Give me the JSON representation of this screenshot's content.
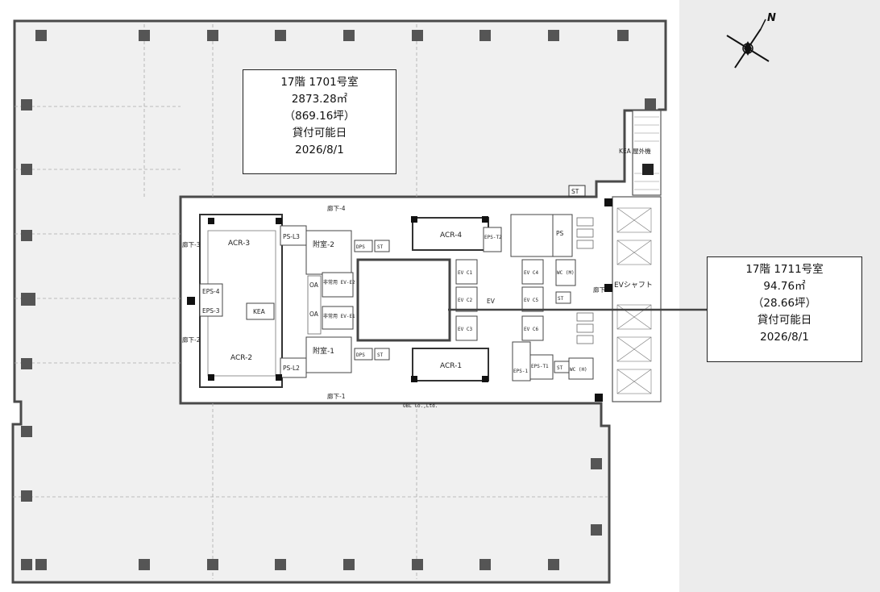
{
  "colors": {
    "background": "#ffffff",
    "floor_fill": "#f0f0f0",
    "side_panel": "#ececec",
    "wall": "#4a4a4a",
    "column": "#555555",
    "leader_line": "#444444"
  },
  "compass": {
    "north_label": "N"
  },
  "units": [
    {
      "floor": "17階",
      "room": "1701号室",
      "area_sqm": "2873.28㎡",
      "area_tsubo": "（869.16坪）",
      "availability_label": "貸付可能日",
      "availability_date": "2026/8/1"
    },
    {
      "floor": "17階",
      "room": "1711号室",
      "area_sqm": "94.76㎡",
      "area_tsubo": "（28.66坪）",
      "availability_label": "貸付可能日",
      "availability_date": "2026/8/1"
    }
  ],
  "room_labels": {
    "acr3": "ACR-3",
    "acr2": "ACR-2",
    "acr4": "ACR-4",
    "acr1": "ACR-1",
    "psl3": "PS-L3",
    "psl2": "PS-L2",
    "annex2": "附室-2",
    "annex1": "附室-1",
    "eps4": "EPS-4",
    "eps3": "EPS-3",
    "kea": "KEA",
    "corr_left_3": "廊下-3",
    "corr_left_2": "廊下-2",
    "corr_top_4": "廊下-4",
    "corr_bottom_1": "廊下-1",
    "corr_right_5": "廊下-5",
    "ev_c1": "EV C1",
    "ev_c2": "EV C2",
    "ev_c3": "EV C3",
    "ev_c4": "EV C4",
    "ev_c5": "EV C5",
    "ev_c6": "EV C6",
    "ev_hall": "EV",
    "ev_shaft": "EVシャフト",
    "ps_top": "PS",
    "dps1": "DPS",
    "dps2": "DPS",
    "st1": "ST",
    "st2": "ST",
    "st3": "ST",
    "st4": "ST",
    "st5": "ST",
    "eps_t1": "EPS-T1",
    "eps_t2": "EPS-T2",
    "eps1": "EPS-1",
    "wc_m": "WC (M)",
    "wc_h": "WC (H)",
    "oa1": "OA",
    "oa2": "OA",
    "emergency_ev1": "非常用 EV-E1",
    "emergency_ev2": "非常用 EV-E2",
    "outside_kea": "KEA 屋外機",
    "credit": "OBL Co.,Ltd."
  }
}
